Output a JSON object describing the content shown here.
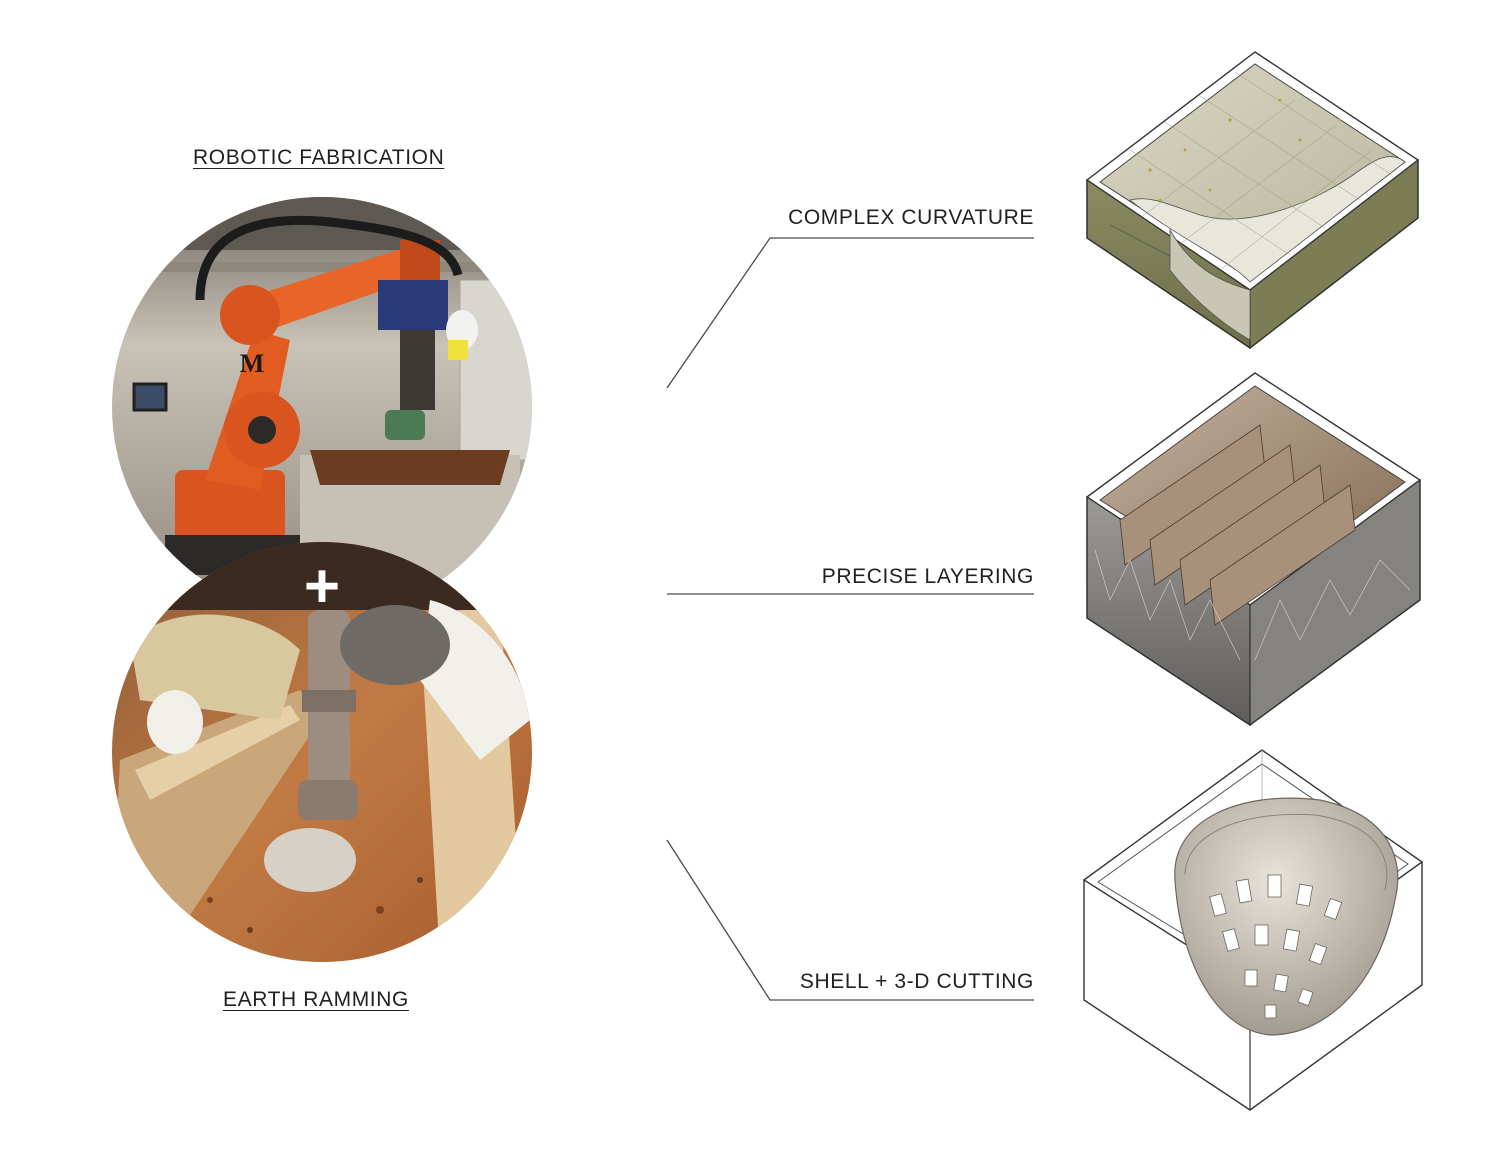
{
  "left": {
    "top_heading": "ROBOTIC FABRICATION",
    "bottom_heading": "EARTH RAMMING",
    "plus_symbol": "+"
  },
  "techniques": [
    {
      "label": "COMPLEX CURVATURE"
    },
    {
      "label": "PRECISE LAYERING"
    },
    {
      "label": "SHELL + 3-D CUTTING"
    }
  ],
  "colors": {
    "robot_orange": "#d9541e",
    "earth": "#b0622c",
    "line": "#4a4a4a",
    "text": "#231f20"
  }
}
